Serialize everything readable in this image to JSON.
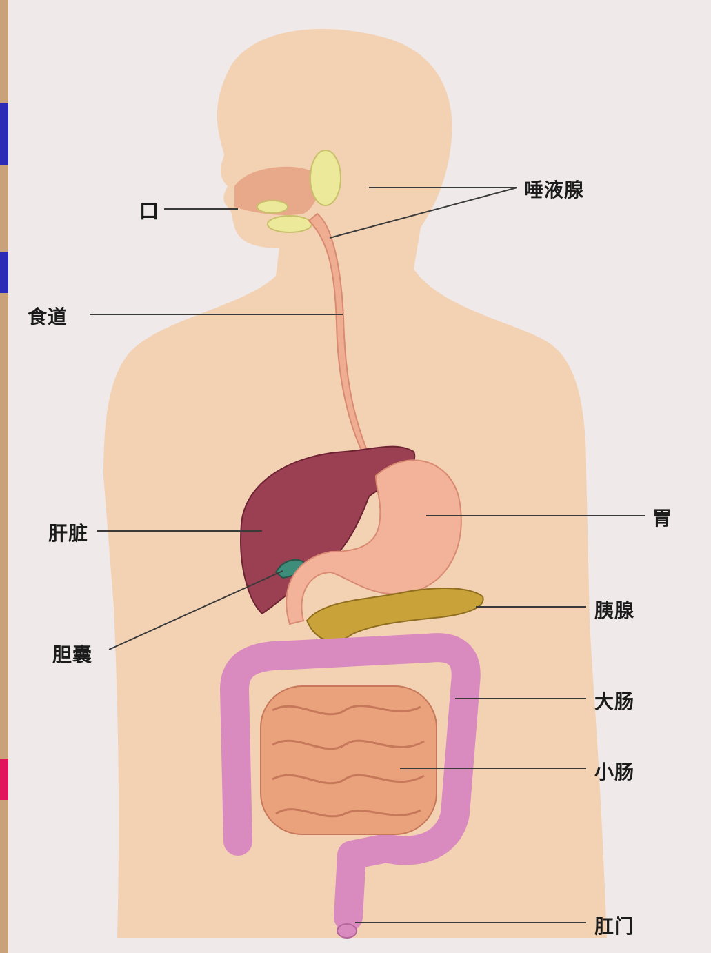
{
  "labels": {
    "mouth": "口",
    "esophagus": "食道",
    "liver": "肝脏",
    "gallbladder": "胆囊",
    "salivary_glands": "唾液腺",
    "stomach": "胃",
    "pancreas": "胰腺",
    "large_intestine": "大肠",
    "small_intestine": "小肠",
    "anus": "肛门"
  },
  "colors": {
    "background": "#efe9ea",
    "body": "#f3d2b3",
    "liver": "#9b3f52",
    "stomach": "#f2b39a",
    "pancreas": "#c9a23a",
    "large_intestine": "#d98bc0",
    "small_intestine": "#e9a27c",
    "salivary_glands": "#ecea9a",
    "gallbladder": "#3e8c7a",
    "edge_blue": "#2b2bb8",
    "edge_red": "#e0155c"
  }
}
